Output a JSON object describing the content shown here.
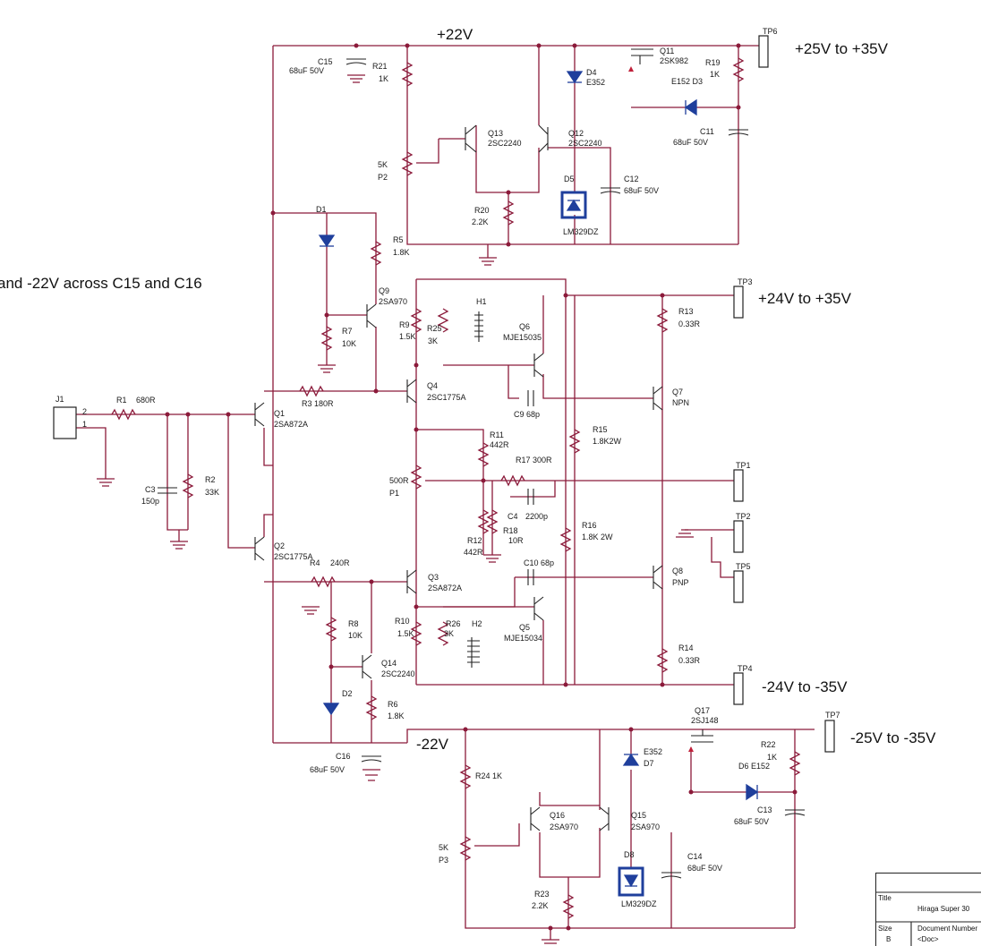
{
  "rails": {
    "pos22": "+22V",
    "neg22": "-22V",
    "tp6_range": "+25V to +35V",
    "tp3_range": "+24V to +35V",
    "tp4_range": "-24V to -35V",
    "tp7_range": "-25V to -35V"
  },
  "note": "and -22V across C15 and C16",
  "testpoints": [
    "TP6",
    "TP3",
    "TP1",
    "TP2",
    "TP5",
    "TP4",
    "TP7"
  ],
  "connector": {
    "ref": "J1",
    "pin2": "2",
    "pin1": "1"
  },
  "parts": {
    "C15": "C15",
    "C15v": "68uF 50V",
    "R21": "R21",
    "R21v": "1K",
    "D4": "D4",
    "D4v": "E352",
    "Q11": "Q11",
    "Q11v": "2SK982",
    "R19": "R19",
    "R19v": "1K",
    "E152D3": "E152 D3",
    "Q13": "Q13",
    "Q13v": "2SC2240",
    "Q12": "Q12",
    "Q12v": "2SC2240",
    "C11": "C11",
    "C11v": "68uF 50V",
    "P2v": "5K",
    "P2": "P2",
    "D5": "D5",
    "C12": "C12",
    "C12v": "68uF 50V",
    "R20": "R20",
    "R20v": "2.2K",
    "D5v": "LM329DZ",
    "D1": "D1",
    "R5": "R5",
    "R5v": "1.8K",
    "Q9": "Q9",
    "Q9v": "2SA970",
    "H1": "H1",
    "R9": "R9",
    "R9v": "1.5K",
    "R25": "R25",
    "R25v": "3K",
    "Q6": "Q6",
    "Q6v": "MJE15035",
    "R13": "R13",
    "R13v": "0.33R",
    "R7": "R7",
    "R7v": "10K",
    "Q4": "Q4",
    "Q4v": "2SC1775A",
    "Q7": "Q7",
    "Q7v": "NPN",
    "C9": "C9 68p",
    "R1": "R1",
    "R1v": "680R",
    "R3": "R3 180R",
    "Q1": "Q1",
    "Q1v": "2SA872A",
    "R15": "R15",
    "R15v": "1.8K2W",
    "R11": "R11",
    "R11v": "442R",
    "R17": "R17 300R",
    "C3": "C3",
    "C3v": "150p",
    "R2": "R2",
    "R2v": "33K",
    "P1v": "500R",
    "P1": "P1",
    "C4": "C4",
    "C4v": "2200p",
    "R18": "R18",
    "R18v": "10R",
    "R12": "R12",
    "R12v": "442R",
    "R16": "R16",
    "R16v": "1.8K 2W",
    "Q2": "Q2",
    "Q2v": "2SC1775A",
    "R4": "R4",
    "R4v": "240R",
    "C10": "C10 68p",
    "Q8": "Q8",
    "Q8v": "PNP",
    "Q3": "Q3",
    "Q3v": "2SA872A",
    "R8": "R8",
    "R8v": "10K",
    "R10": "R10",
    "R10v": "1.5K",
    "R26": "R26",
    "R26v": "3K",
    "H2": "H2",
    "Q5": "Q5",
    "Q5v": "MJE15034",
    "Q14": "Q14",
    "Q14v": "2SC2240",
    "R14": "R14",
    "R14v": "0.33R",
    "D2": "D2",
    "R6": "R6",
    "R6v": "1.8K",
    "C16": "C16",
    "C16v": "68uF 50V",
    "Q17": "Q17",
    "Q17v": "2SJ148",
    "E352D7a": "E352",
    "E352D7b": "D7",
    "R22": "R22",
    "R22v": "1K",
    "D6": "D6 E152",
    "R24": "R24 1K",
    "C13": "C13",
    "C13v": "68uF 50V",
    "Q16": "Q16",
    "Q16v": "2SA970",
    "Q15": "Q15",
    "Q15v": "2SA970",
    "P3v": "5K",
    "P3": "P3",
    "D8": "D8",
    "C14": "C14",
    "C14v": "68uF 50V",
    "R23": "R23",
    "R23v": "2.2K",
    "D8v": "LM329DZ"
  },
  "titleblock": {
    "title_label": "Title",
    "title_value": "Hiraga Super 30",
    "size_label": "Size",
    "size_value": "B",
    "docnum_label": "Document Number",
    "doc_value": "<Doc>"
  },
  "colors": {
    "wire": "#8b1a3a",
    "symbol": "#222222",
    "highlight": "#1f3f9c"
  }
}
